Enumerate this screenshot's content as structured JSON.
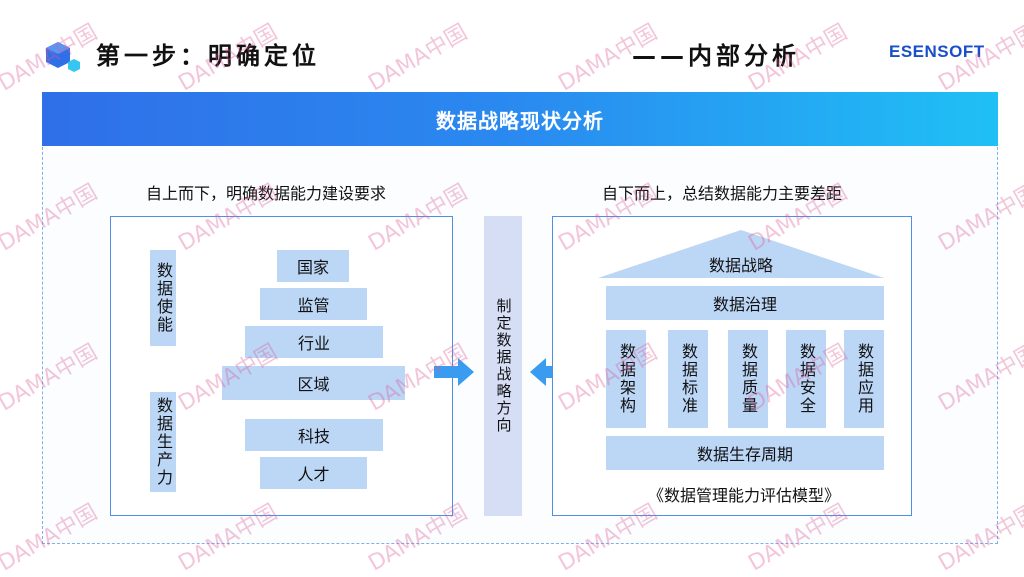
{
  "header": {
    "title_left": "第一步：明确定位",
    "title_right": "——内部分析",
    "brand": "ESENSOFT"
  },
  "panel": {
    "title": "数据战略现状分析"
  },
  "left": {
    "subtitle": "自上而下，明确数据能力建设要求",
    "side_label_top": "数据使能",
    "side_label_bottom": "数据生产力",
    "levels": [
      "国家",
      "监管",
      "行业",
      "区域",
      "科技",
      "人才"
    ]
  },
  "center": {
    "label": "制定数据战略方向"
  },
  "right": {
    "subtitle": "自下而上，总结数据能力主要差距",
    "roof": "数据战略",
    "governance": "数据治理",
    "pillars": [
      "数据架构",
      "数据标准",
      "数据质量",
      "数据安全",
      "数据应用"
    ],
    "base": "数据生存周期",
    "caption": "《数据管理能力评估模型》"
  },
  "watermark": "DAMA中国",
  "colors": {
    "accent": "#2f6fe8",
    "block": "#bcd6f6",
    "arrow": "#3a9cf0",
    "watermark": "#dc5a96"
  }
}
